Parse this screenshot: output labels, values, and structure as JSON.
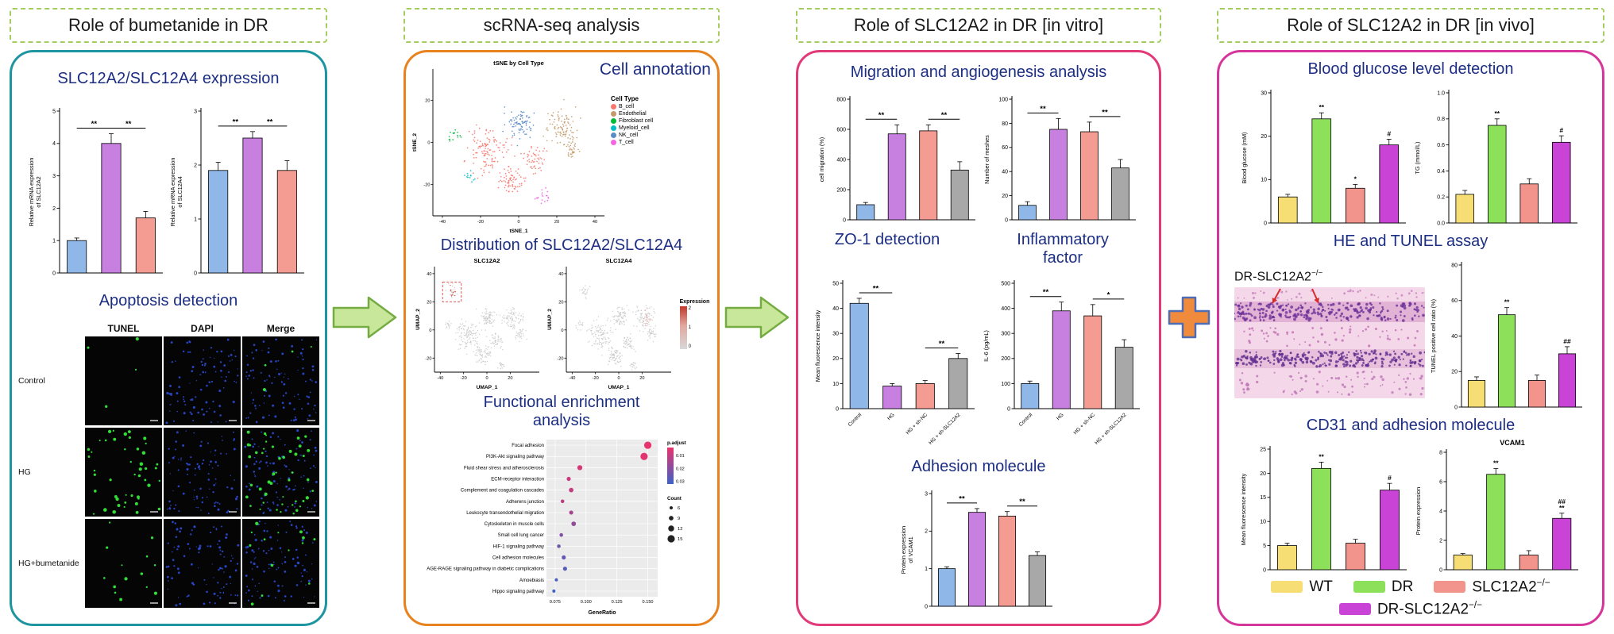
{
  "panel1": {
    "header": "Role of bumetanide in DR",
    "expression_title": "SLC12A2/SLC12A4 expression",
    "apoptosis_title": "Apoptosis detection",
    "microscopy": {
      "columns": [
        "TUNEL",
        "DAPI",
        "Merge"
      ],
      "rows": [
        "Control",
        "HG",
        "HG+bumetanide"
      ],
      "tunel_dots": [
        4,
        46,
        14
      ],
      "dapi_dots": 95
    }
  },
  "panel2": {
    "header": "scRNA-seq analysis",
    "cell_annotation_title": "Cell annotation",
    "cell_type_legend_title": "Cell Type",
    "distribution_title": "Distribution of SLC12A2/SLC12A4",
    "enrichment_title": "Functional enrichment analysis",
    "expression_legend": {
      "title": "Expression",
      "ticks": [
        2,
        1,
        0
      ]
    }
  },
  "panel3": {
    "header": "Role of SLC12A2 in DR [in vitro]",
    "migration_title": "Migration and angiogenesis analysis",
    "zo1_title": "ZO-1 detection",
    "inflammatory_title": "Inflammatory factor",
    "adhesion_title": "Adhesion molecule"
  },
  "panel4": {
    "header": "Role of SLC12A2 in DR [in vivo]",
    "glucose_title": "Blood glucose level detection",
    "he_tunel_title": "HE and TUNEL assay",
    "he_label": {
      "base": "DR-SLC12A2",
      "sup": "−/−"
    },
    "cd31_title": "CD31 and adhesion molecule",
    "legend": [
      {
        "label": "WT",
        "sup": "",
        "color": "#F6DE74"
      },
      {
        "label": "DR",
        "sup": "",
        "color": "#8CE05A"
      },
      {
        "label": "SLC12A2",
        "sup": "−/−",
        "color": "#F2938C"
      },
      {
        "label": "DR-SLC12A2",
        "sup": "−/−",
        "color": "#C943D6"
      }
    ]
  },
  "palette": {
    "vitro_bars": [
      "#8FB8E8",
      "#C77FE0",
      "#F49B92",
      "#A8A8A8"
    ],
    "vivo_bars": [
      "#F6DE74",
      "#8CE05A",
      "#F2938C",
      "#C943D6"
    ]
  },
  "chart_data": [
    {
      "id": "mrna-slc12a2",
      "type": "bar",
      "ylabel": [
        "Relative mRNA expression",
        "of SLC12A2"
      ],
      "ylim": [
        0,
        5
      ],
      "yticks": [
        0,
        1,
        2,
        3,
        4,
        5
      ],
      "values": [
        1,
        4,
        1.7
      ],
      "errors": [
        0.08,
        0.3,
        0.2
      ],
      "palette": "vitro_bars",
      "sig": [
        {
          "a": 0,
          "b": 1,
          "label": "**"
        },
        {
          "a": 1,
          "b": 2,
          "label": "**"
        }
      ]
    },
    {
      "id": "mrna-slc12a4",
      "type": "bar",
      "ylabel": [
        "Relative mRNA expression",
        "of SLC12A4"
      ],
      "ylim": [
        0,
        3
      ],
      "yticks": [
        0,
        1,
        2,
        3
      ],
      "values": [
        1.9,
        2.5,
        1.9
      ],
      "errors": [
        0.15,
        0.12,
        0.18
      ],
      "palette": "vitro_bars",
      "sig": [
        {
          "a": 0,
          "b": 1,
          "label": "**"
        },
        {
          "a": 1,
          "b": 2,
          "label": "**"
        }
      ]
    },
    {
      "id": "tsne",
      "type": "scatter",
      "title": "tSNE by Cell Type",
      "xlabel": "tSNE_1",
      "ylabel": "tSNE_2",
      "xlim": [
        -45,
        45
      ],
      "ylim": [
        -35,
        35
      ],
      "xticks": [
        -40,
        -20,
        0,
        20,
        40
      ],
      "yticks": [
        -20,
        0,
        20
      ],
      "legend_title": "Cell Type",
      "groups": [
        {
          "name": "B_cell",
          "color": "#F8766D",
          "blobs": [
            [
              -16,
              -4,
              9,
              120
            ],
            [
              -4,
              -18,
              6,
              70
            ],
            [
              8,
              -8,
              5,
              50
            ]
          ]
        },
        {
          "name": "Endothelial",
          "color": "#C49A6C",
          "blobs": [
            [
              22,
              8,
              7,
              90
            ],
            [
              28,
              -3,
              4,
              35
            ]
          ]
        },
        {
          "name": "Fibroblast cell",
          "color": "#00BA38",
          "blobs": [
            [
              -33,
              3,
              3,
              16
            ]
          ]
        },
        {
          "name": "Myeloid_cell",
          "color": "#00BFC4",
          "blobs": [
            [
              -25,
              -16,
              2.5,
              12
            ]
          ]
        },
        {
          "name": "NK_cell",
          "color": "#5B8CC8",
          "blobs": [
            [
              1,
              9,
              6,
              85
            ]
          ]
        },
        {
          "name": "T_cell",
          "color": "#F564E3",
          "blobs": [
            [
              12,
              -25,
              3,
              18
            ]
          ]
        }
      ]
    },
    {
      "id": "umap-slc12a2",
      "type": "scatter",
      "title": "SLC12A2",
      "xlabel": "UMAP_1",
      "ylabel": "UMAP_2",
      "xlim": [
        -45,
        45
      ],
      "ylim": [
        -30,
        45
      ],
      "xticks": [
        -40,
        -20,
        0,
        20
      ],
      "yticks": [
        -20,
        0,
        20,
        40
      ],
      "groups": [
        {
          "name": "cells",
          "color": "#C9C9C9",
          "blobs": [
            [
              -16,
              -4,
              9,
              110
            ],
            [
              -4,
              -18,
              6,
              65
            ],
            [
              8,
              -8,
              5,
              45
            ],
            [
              22,
              8,
              7,
              80
            ],
            [
              28,
              -3,
              4,
              30
            ],
            [
              1,
              9,
              6,
              75
            ],
            [
              -33,
              3,
              3,
              14
            ],
            [
              12,
              -25,
              3,
              16
            ],
            [
              -29,
              27,
              3.5,
              22
            ]
          ]
        }
      ],
      "accents": [
        {
          "name": "SLC12A2+",
          "color": "#D94C3F",
          "blobs": [
            [
              -29,
              28,
              3,
              10
            ]
          ]
        }
      ],
      "highlight_box": [
        -38,
        20,
        16,
        14
      ]
    },
    {
      "id": "umap-slc12a4",
      "type": "scatter",
      "title": "SLC12A4",
      "xlabel": "UMAP_1",
      "ylabel": "UMAP_2",
      "xlim": [
        -45,
        45
      ],
      "ylim": [
        -30,
        45
      ],
      "xticks": [
        -40,
        -20,
        0,
        20
      ],
      "yticks": [
        -20,
        0,
        20,
        40
      ],
      "groups": [
        {
          "name": "cells",
          "color": "#C9C9C9",
          "blobs": [
            [
              -16,
              -4,
              9,
              110
            ],
            [
              -4,
              -18,
              6,
              65
            ],
            [
              8,
              -8,
              5,
              45
            ],
            [
              22,
              8,
              7,
              80
            ],
            [
              28,
              -3,
              4,
              30
            ],
            [
              1,
              9,
              6,
              75
            ],
            [
              -33,
              3,
              3,
              14
            ],
            [
              12,
              -25,
              3,
              16
            ],
            [
              -29,
              27,
              3.5,
              22
            ]
          ]
        }
      ],
      "accents": [
        {
          "name": "SLC12A4+",
          "color": "#E89088",
          "blobs": [
            [
              24,
              7,
              4,
              10
            ]
          ]
        }
      ]
    },
    {
      "id": "enrichment",
      "type": "dot",
      "xlabel": "GeneRatio",
      "xlim": [
        0.068,
        0.158
      ],
      "xticks": [
        0.075,
        0.1,
        0.125,
        0.15
      ],
      "padjust_legend": {
        "title": "p.adjust",
        "ticks": [
          0.01,
          0.02,
          0.03
        ]
      },
      "count_legend": {
        "title": "Count",
        "sizes": [
          6,
          9,
          12,
          15
        ]
      },
      "items": [
        {
          "label": "Focal adhesion",
          "x": 0.15,
          "count": 15,
          "padj": 0.004
        },
        {
          "label": "PI3K-Akt signaling pathway",
          "x": 0.147,
          "count": 15,
          "padj": 0.005
        },
        {
          "label": "Fluid shear stress and atherosclerosis",
          "x": 0.095,
          "count": 10,
          "padj": 0.007
        },
        {
          "label": "ECM-receptor interaction",
          "x": 0.086,
          "count": 8,
          "padj": 0.009
        },
        {
          "label": "Complement and coagulation cascades",
          "x": 0.088,
          "count": 9,
          "padj": 0.01
        },
        {
          "label": "Adherens junction",
          "x": 0.081,
          "count": 7,
          "padj": 0.012
        },
        {
          "label": "Leukocyte transendothelial migration",
          "x": 0.088,
          "count": 8,
          "padj": 0.015
        },
        {
          "label": "Cytoskeleton in muscle cells",
          "x": 0.09,
          "count": 9,
          "padj": 0.018
        },
        {
          "label": "Small cell lung cancer",
          "x": 0.08,
          "count": 7,
          "padj": 0.021
        },
        {
          "label": "HIF-1 signaling pathway",
          "x": 0.078,
          "count": 7,
          "padj": 0.024
        },
        {
          "label": "Cell adhesion molecules",
          "x": 0.082,
          "count": 8,
          "padj": 0.026
        },
        {
          "label": "AGE-RAGE signaling pathway in diabetic complications",
          "x": 0.083,
          "count": 8,
          "padj": 0.028
        },
        {
          "label": "Amoebiasis",
          "x": 0.076,
          "count": 6,
          "padj": 0.03
        },
        {
          "label": "Hippo signaling pathway",
          "x": 0.074,
          "count": 6,
          "padj": 0.032
        }
      ]
    },
    {
      "id": "cell-migration",
      "type": "bar",
      "ylabel": [
        "cell migration (%)"
      ],
      "ylim": [
        0,
        800
      ],
      "yticks": [
        0,
        200,
        400,
        600,
        800
      ],
      "values": [
        100,
        570,
        590,
        330
      ],
      "errors": [
        15,
        60,
        40,
        55
      ],
      "palette": "vitro_bars",
      "sig": [
        {
          "a": 0,
          "b": 1,
          "label": "**"
        },
        {
          "a": 2,
          "b": 3,
          "label": "**"
        }
      ]
    },
    {
      "id": "meshes",
      "type": "bar",
      "ylabel": [
        "Number of meshes"
      ],
      "ylim": [
        0,
        100
      ],
      "yticks": [
        0,
        20,
        40,
        60,
        80,
        100
      ],
      "values": [
        12,
        75,
        73,
        43
      ],
      "errors": [
        3,
        9,
        8,
        7
      ],
      "palette": "vitro_bars",
      "sig": [
        {
          "a": 0,
          "b": 1,
          "label": "**"
        },
        {
          "a": 2,
          "b": 3,
          "label": "**"
        }
      ]
    },
    {
      "id": "zo1",
      "type": "bar",
      "ylabel": [
        "Mean fluorescence intensity"
      ],
      "ylim": [
        0,
        50
      ],
      "yticks": [
        0,
        10,
        20,
        30,
        40,
        50
      ],
      "values": [
        42,
        9,
        10,
        20
      ],
      "errors": [
        2,
        1,
        1.2,
        2
      ],
      "xcats": [
        "Control",
        "HG",
        "HG + sh-NC",
        "HG + sh-SLC12A2"
      ],
      "palette": "vitro_bars",
      "sig": [
        {
          "a": 0,
          "b": 1,
          "label": "**"
        },
        {
          "a": 2,
          "b": 3,
          "label": "**"
        }
      ]
    },
    {
      "id": "il6",
      "type": "bar",
      "ylabel": [
        "IL-6 (pg/mL)"
      ],
      "ylim": [
        0,
        500
      ],
      "yticks": [
        0,
        100,
        200,
        300,
        400,
        500
      ],
      "values": [
        100,
        390,
        370,
        245
      ],
      "errors": [
        10,
        35,
        45,
        30
      ],
      "xcats": [
        "Control",
        "HG",
        "HG + sh-NC",
        "HG + sh-SLC12A2"
      ],
      "palette": "vitro_bars",
      "sig": [
        {
          "a": 0,
          "b": 1,
          "label": "**"
        },
        {
          "a": 2,
          "b": 3,
          "label": "*"
        }
      ]
    },
    {
      "id": "vcam1-vitro",
      "type": "bar",
      "ylabel": [
        "Protein expression",
        "of VCAM1"
      ],
      "ylim": [
        0,
        3
      ],
      "yticks": [
        0,
        1,
        2,
        3
      ],
      "values": [
        1,
        2.5,
        2.4,
        1.35
      ],
      "errors": [
        0.05,
        0.1,
        0.12,
        0.1
      ],
      "palette": "vitro_bars",
      "sig": [
        {
          "a": 0,
          "b": 1,
          "label": "**"
        },
        {
          "a": 2,
          "b": 3,
          "label": "**"
        }
      ]
    },
    {
      "id": "blood-glucose",
      "type": "bar",
      "ylabel": [
        "Blood glucose (mM)"
      ],
      "ylim": [
        0,
        30
      ],
      "yticks": [
        0,
        10,
        20,
        30
      ],
      "values": [
        6,
        24,
        8,
        18
      ],
      "errors": [
        0.6,
        1.4,
        0.9,
        1.3
      ],
      "palette": "vivo_bars",
      "marks": [
        "",
        "**",
        "*",
        "#"
      ]
    },
    {
      "id": "tg",
      "type": "bar",
      "ylabel": [
        "TG (mmol/L)"
      ],
      "ylim": [
        0,
        1
      ],
      "yticks": [
        0,
        0.2,
        0.4,
        0.6,
        0.8,
        1.0
      ],
      "values": [
        0.22,
        0.75,
        0.3,
        0.62
      ],
      "errors": [
        0.03,
        0.05,
        0.04,
        0.05
      ],
      "palette": "vivo_bars",
      "marks": [
        "",
        "**",
        "",
        "#"
      ]
    },
    {
      "id": "tunel-ratio",
      "type": "bar",
      "ylabel": [
        "TUNEL positive cell ratio (%)"
      ],
      "ylim": [
        0,
        80
      ],
      "yticks": [
        0,
        20,
        40,
        60,
        80
      ],
      "values": [
        15,
        52,
        15,
        30
      ],
      "errors": [
        2,
        4,
        3,
        4
      ],
      "palette": "vivo_bars",
      "marks": [
        "",
        "**",
        "",
        "##"
      ]
    },
    {
      "id": "cd31",
      "type": "bar",
      "ylabel": [
        "Mean fluorescence intensity"
      ],
      "ylim": [
        0,
        25
      ],
      "yticks": [
        0,
        5,
        10,
        15,
        20,
        25
      ],
      "values": [
        5,
        21,
        5.5,
        16.5
      ],
      "errors": [
        0.5,
        1.3,
        0.8,
        1.4
      ],
      "palette": "vivo_bars",
      "marks": [
        "",
        "**",
        "",
        "#"
      ]
    },
    {
      "id": "vcam1-vivo",
      "type": "bar",
      "title": "VCAM1",
      "ylabel": [
        "Protein expression"
      ],
      "ylim": [
        0,
        8
      ],
      "yticks": [
        0,
        2,
        4,
        6,
        8
      ],
      "values": [
        1,
        6.5,
        1,
        3.5
      ],
      "errors": [
        0.1,
        0.4,
        0.3,
        0.35
      ],
      "palette": "vivo_bars",
      "marks": [
        "",
        "**",
        "",
        "##|**"
      ]
    }
  ]
}
